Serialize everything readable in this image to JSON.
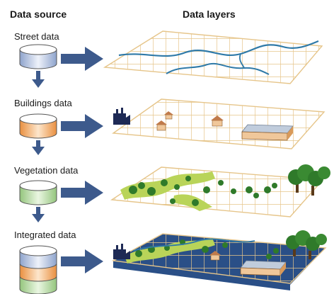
{
  "headers": {
    "data_source": "Data source",
    "data_layers": "Data layers"
  },
  "sources": [
    {
      "label": "Street data",
      "color": "#aab9d8"
    },
    {
      "label": "Buildings data",
      "color": "#f0b070"
    },
    {
      "label": "Vegetation data",
      "color": "#b9d9a6"
    },
    {
      "label": "Integrated data",
      "color": "#aab9d8"
    }
  ],
  "colors": {
    "arrow": "#3d5a8c",
    "grid": "#e6c58a",
    "street": "#2f7aa8",
    "tree_dark": "#2f7a2a",
    "tree_light": "#b9d459",
    "building_roof": "#c0ccdc",
    "building_wall": "#f0c79a",
    "base_edge": "#2a4f87"
  }
}
